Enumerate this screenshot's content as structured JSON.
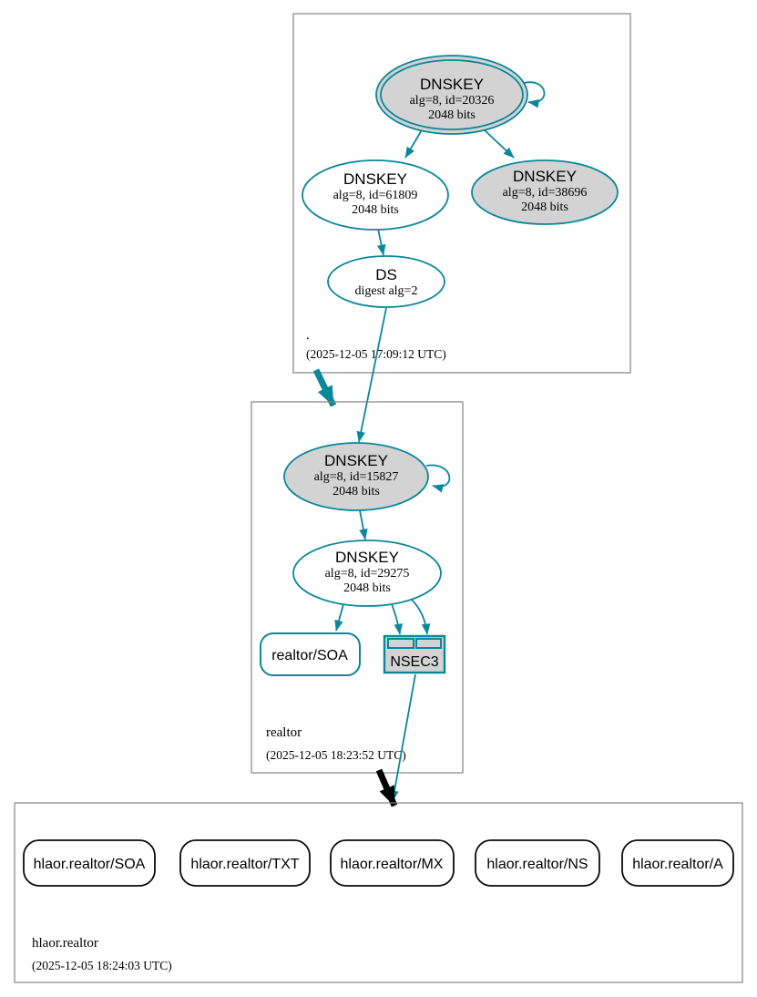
{
  "colors": {
    "secure": "#0a879a",
    "insecure_delegation": "#000000",
    "node_fill_gray": "#d3d3d3",
    "zone_box_border": "#848484",
    "rrset_border_black": "#0b0b0b"
  },
  "zones": [
    {
      "name": ".",
      "timestamp": "(2025-12-05 17:09:12 UTC)",
      "nodes": {
        "ksk": {
          "title": "DNSKEY",
          "detail": "alg=8, id=20326",
          "size": "2048 bits"
        },
        "zsk": {
          "title": "DNSKEY",
          "detail": "alg=8, id=61809",
          "size": "2048 bits"
        },
        "ksk2": {
          "title": "DNSKEY",
          "detail": "alg=8, id=38696",
          "size": "2048 bits"
        },
        "ds": {
          "title": "DS",
          "detail": "digest alg=2"
        }
      }
    },
    {
      "name": "realtor",
      "timestamp": "(2025-12-05 18:23:52 UTC)",
      "nodes": {
        "ksk": {
          "title": "DNSKEY",
          "detail": "alg=8, id=15827",
          "size": "2048 bits"
        },
        "zsk": {
          "title": "DNSKEY",
          "detail": "alg=8, id=29275",
          "size": "2048 bits"
        },
        "soa": {
          "label": "realtor/SOA"
        },
        "nsec3": {
          "label": "NSEC3"
        }
      }
    },
    {
      "name": "hlaor.realtor",
      "timestamp": "(2025-12-05 18:24:03 UTC)",
      "rrsets": [
        {
          "label": "hlaor.realtor/SOA"
        },
        {
          "label": "hlaor.realtor/TXT"
        },
        {
          "label": "hlaor.realtor/MX"
        },
        {
          "label": "hlaor.realtor/NS"
        },
        {
          "label": "hlaor.realtor/A"
        }
      ]
    }
  ]
}
